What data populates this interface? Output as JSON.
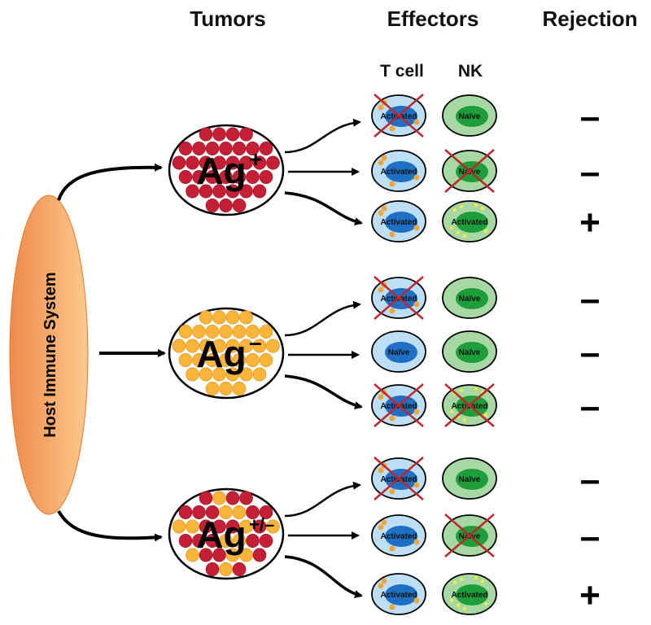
{
  "headers": {
    "tumors": "Tumors",
    "effectors": "Effectors",
    "rejection": "Rejection",
    "t_cell": "T cell",
    "nk": "NK"
  },
  "host": {
    "label": "Host  Immune System",
    "color_dark": "#ee8a4a",
    "color_light": "#fcc98c"
  },
  "colors": {
    "ag_pos": "#c41f35",
    "ag_neg": "#f9b43a",
    "t_cell": "#bddff5",
    "t_nucleus": "#1f6fc4",
    "nk": "#a7d7a2",
    "nk_nucleus": "#1e9e3a",
    "cross": "#c0262c",
    "granule": "#f0a63c",
    "nk_granule": "#f2ef3a"
  },
  "tumors": [
    {
      "label": "Ag",
      "sup": "+",
      "composition": "ag_pos",
      "rows": [
        {
          "t_label": "Activated",
          "t_state": "activated",
          "t_crossed": true,
          "nk_label": "Naïve",
          "nk_state": "naive",
          "nk_crossed": false,
          "rejection": "–"
        },
        {
          "t_label": "Activated",
          "t_state": "activated",
          "t_crossed": false,
          "nk_label": "Naïve",
          "nk_state": "naive",
          "nk_crossed": true,
          "rejection": "–"
        },
        {
          "t_label": "Activated",
          "t_state": "activated",
          "t_crossed": false,
          "nk_label": "Activated",
          "nk_state": "activated",
          "nk_crossed": false,
          "rejection": "+"
        }
      ]
    },
    {
      "label": "Ag",
      "sup": "–",
      "composition": "ag_neg",
      "rows": [
        {
          "t_label": "Activated",
          "t_state": "activated",
          "t_crossed": true,
          "nk_label": "Naïve",
          "nk_state": "naive",
          "nk_crossed": false,
          "rejection": "–"
        },
        {
          "t_label": "Naïve",
          "t_state": "naive",
          "t_crossed": false,
          "nk_label": "Naïve",
          "nk_state": "naive",
          "nk_crossed": false,
          "rejection": "–"
        },
        {
          "t_label": "Activated",
          "t_state": "activated",
          "t_crossed": true,
          "nk_label": "Activated",
          "nk_state": "activated",
          "nk_crossed": true,
          "rejection": "–"
        }
      ]
    },
    {
      "label": "Ag",
      "sup": "+/–",
      "composition": "mixed",
      "rows": [
        {
          "t_label": "Activated",
          "t_state": "activated",
          "t_crossed": true,
          "nk_label": "Naïve",
          "nk_state": "naive",
          "nk_crossed": false,
          "rejection": "–"
        },
        {
          "t_label": "Activated",
          "t_state": "activated",
          "t_crossed": false,
          "nk_label": "Naïve",
          "nk_state": "naive",
          "nk_crossed": true,
          "rejection": "–"
        },
        {
          "t_label": "Activated",
          "t_state": "activated",
          "t_crossed": false,
          "nk_label": "Activated",
          "nk_state": "activated",
          "nk_crossed": false,
          "rejection": "+"
        }
      ]
    }
  ]
}
